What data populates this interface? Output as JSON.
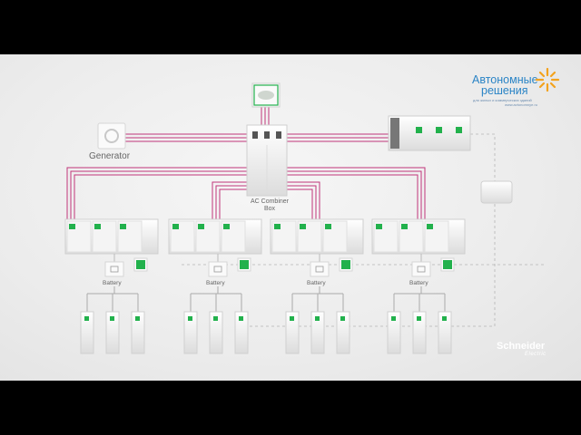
{
  "brand": {
    "line1": "Автономные",
    "line2": "решения",
    "tagline": "для жилых и коммерческих зданий",
    "url": "www.avtonomnye.ru"
  },
  "labels": {
    "generator": "Generator",
    "combiner_line1": "AC Combiner",
    "combiner_line2": "Box",
    "battery": "Battery"
  },
  "footer_brand": {
    "name": "Schneider",
    "sub": "Electric"
  },
  "colors": {
    "ac_bus": "#c0357a",
    "dc_line": "#9e9e9e",
    "comm_line": "#b5b5b5",
    "accent_green": "#22b14c",
    "brand_blue": "#2a84c6",
    "sun": "#f3a21d"
  },
  "icons": [
    "sun-logo-icon",
    "leaf-icon",
    "rose-icon",
    "battery-icon",
    "mobile-device-icon",
    "schneider-logo-icon"
  ]
}
